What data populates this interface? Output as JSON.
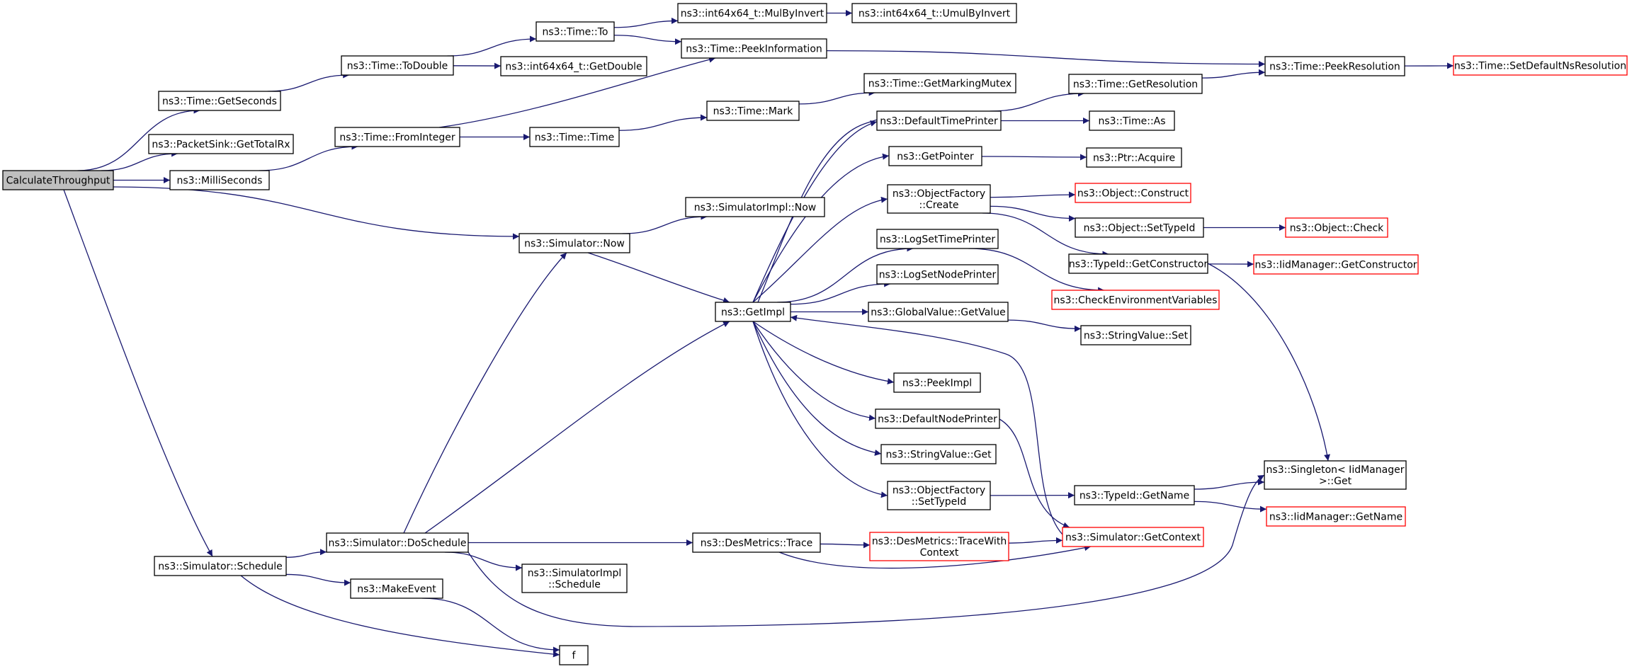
{
  "colors": {
    "edge": "#191970",
    "box": "#000000",
    "truncated": "#ff0000",
    "root_fill": "#bfbfbf",
    "fill": "#ffffff"
  },
  "nodes": [
    {
      "id": "calc",
      "lines": [
        "CalculateThroughput"
      ],
      "style": "root"
    },
    {
      "id": "getSeconds",
      "lines": [
        "ns3::Time::GetSeconds"
      ]
    },
    {
      "id": "packetSink",
      "lines": [
        "ns3::PacketSink::GetTotalRx"
      ]
    },
    {
      "id": "milliSeconds",
      "lines": [
        "ns3::MilliSeconds"
      ]
    },
    {
      "id": "simNow",
      "lines": [
        "ns3::Simulator::Now"
      ]
    },
    {
      "id": "schedule",
      "lines": [
        "ns3::Simulator::Schedule"
      ]
    },
    {
      "id": "toDouble",
      "lines": [
        "ns3::Time::ToDouble"
      ]
    },
    {
      "id": "fromInteger",
      "lines": [
        "ns3::Time::FromInteger"
      ]
    },
    {
      "id": "timeTo",
      "lines": [
        "ns3::Time::To"
      ]
    },
    {
      "id": "int64GetDouble",
      "lines": [
        "ns3::int64x64_t::GetDouble"
      ]
    },
    {
      "id": "mulByInvert",
      "lines": [
        "ns3::int64x64_t::MulByInvert"
      ]
    },
    {
      "id": "umulByInvert",
      "lines": [
        "ns3::int64x64_t::UmulByInvert"
      ]
    },
    {
      "id": "peekInfo",
      "lines": [
        "ns3::Time::PeekInformation"
      ]
    },
    {
      "id": "timeTime",
      "lines": [
        "ns3::Time::Time"
      ]
    },
    {
      "id": "timeMark",
      "lines": [
        "ns3::Time::Mark"
      ]
    },
    {
      "id": "markingMutex",
      "lines": [
        "ns3::Time::GetMarkingMutex"
      ]
    },
    {
      "id": "simImplNow",
      "lines": [
        "ns3::SimulatorImpl::Now"
      ]
    },
    {
      "id": "getImpl",
      "lines": [
        "ns3::GetImpl"
      ]
    },
    {
      "id": "doSchedule",
      "lines": [
        "ns3::Simulator::DoSchedule"
      ]
    },
    {
      "id": "makeEvent",
      "lines": [
        "ns3::MakeEvent"
      ]
    },
    {
      "id": "f",
      "lines": [
        "f"
      ]
    },
    {
      "id": "simImplSchedule",
      "lines": [
        "ns3::SimulatorImpl",
        "::Schedule"
      ]
    },
    {
      "id": "desTrace",
      "lines": [
        "ns3::DesMetrics::Trace"
      ]
    },
    {
      "id": "desTraceCtx",
      "lines": [
        "ns3::DesMetrics::TraceWith",
        "Context"
      ],
      "style": "truncated"
    },
    {
      "id": "getContext",
      "lines": [
        "ns3::Simulator::GetContext"
      ],
      "style": "truncated"
    },
    {
      "id": "defTimePrinter",
      "lines": [
        "ns3::DefaultTimePrinter"
      ]
    },
    {
      "id": "getPointer",
      "lines": [
        "ns3::GetPointer"
      ]
    },
    {
      "id": "ofCreate",
      "lines": [
        "ns3::ObjectFactory",
        "::Create"
      ]
    },
    {
      "id": "logSetTime",
      "lines": [
        "ns3::LogSetTimePrinter"
      ]
    },
    {
      "id": "logSetNode",
      "lines": [
        "ns3::LogSetNodePrinter"
      ]
    },
    {
      "id": "gvGetValue",
      "lines": [
        "ns3::GlobalValue::GetValue"
      ]
    },
    {
      "id": "peekImpl",
      "lines": [
        "ns3::PeekImpl"
      ]
    },
    {
      "id": "defNodePrinter",
      "lines": [
        "ns3::DefaultNodePrinter"
      ]
    },
    {
      "id": "svGet",
      "lines": [
        "ns3::StringValue::Get"
      ]
    },
    {
      "id": "ofSetTypeId",
      "lines": [
        "ns3::ObjectFactory",
        "::SetTypeId"
      ]
    },
    {
      "id": "getResolution",
      "lines": [
        "ns3::Time::GetResolution"
      ]
    },
    {
      "id": "timeAs",
      "lines": [
        "ns3::Time::As"
      ]
    },
    {
      "id": "ptrAcquire",
      "lines": [
        "ns3::Ptr::Acquire"
      ]
    },
    {
      "id": "objConstruct",
      "lines": [
        "ns3::Object::Construct"
      ],
      "style": "truncated"
    },
    {
      "id": "objSetTypeId",
      "lines": [
        "ns3::Object::SetTypeId"
      ]
    },
    {
      "id": "typeIdGetCtor",
      "lines": [
        "ns3::TypeId::GetConstructor"
      ]
    },
    {
      "id": "checkEnv",
      "lines": [
        "ns3::CheckEnvironmentVariables"
      ],
      "style": "truncated"
    },
    {
      "id": "svSet",
      "lines": [
        "ns3::StringValue::Set"
      ]
    },
    {
      "id": "typeIdGetName",
      "lines": [
        "ns3::TypeId::GetName"
      ]
    },
    {
      "id": "peekResolution",
      "lines": [
        "ns3::Time::PeekResolution"
      ]
    },
    {
      "id": "setDefaultNsRes",
      "lines": [
        "ns3::Time::SetDefaultNsResolution"
      ],
      "style": "truncated"
    },
    {
      "id": "objCheck",
      "lines": [
        "ns3::Object::Check"
      ],
      "style": "truncated"
    },
    {
      "id": "iidGetCtor",
      "lines": [
        "ns3::IidManager::GetConstructor"
      ],
      "style": "truncated"
    },
    {
      "id": "singletonGet",
      "lines": [
        "ns3::Singleton< IidManager",
        ">::Get"
      ]
    },
    {
      "id": "iidGetName",
      "lines": [
        "ns3::IidManager::GetName"
      ],
      "style": "truncated"
    }
  ],
  "edges": [
    [
      "calc",
      "getSeconds"
    ],
    [
      "calc",
      "packetSink"
    ],
    [
      "calc",
      "milliSeconds"
    ],
    [
      "calc",
      "simNow"
    ],
    [
      "calc",
      "schedule"
    ],
    [
      "getSeconds",
      "toDouble"
    ],
    [
      "toDouble",
      "timeTo"
    ],
    [
      "toDouble",
      "int64GetDouble"
    ],
    [
      "timeTo",
      "mulByInvert"
    ],
    [
      "timeTo",
      "peekInfo"
    ],
    [
      "mulByInvert",
      "umulByInvert"
    ],
    [
      "peekInfo",
      "peekResolution"
    ],
    [
      "peekResolution",
      "setDefaultNsRes"
    ],
    [
      "milliSeconds",
      "fromInteger"
    ],
    [
      "fromInteger",
      "peekInfo"
    ],
    [
      "fromInteger",
      "timeTime"
    ],
    [
      "timeTime",
      "timeMark"
    ],
    [
      "timeMark",
      "markingMutex"
    ],
    [
      "simNow",
      "simImplNow"
    ],
    [
      "simNow",
      "getImpl"
    ],
    [
      "getImpl",
      "simNow"
    ],
    [
      "getImpl",
      "defTimePrinter"
    ],
    [
      "getImpl",
      "getPointer"
    ],
    [
      "getImpl",
      "ofCreate"
    ],
    [
      "getImpl",
      "logSetTime"
    ],
    [
      "getImpl",
      "logSetNode"
    ],
    [
      "getImpl",
      "gvGetValue"
    ],
    [
      "getImpl",
      "peekImpl"
    ],
    [
      "getImpl",
      "defNodePrinter"
    ],
    [
      "getImpl",
      "svGet"
    ],
    [
      "getImpl",
      "ofSetTypeId"
    ],
    [
      "defTimePrinter",
      "getResolution"
    ],
    [
      "defTimePrinter",
      "timeAs"
    ],
    [
      "getResolution",
      "peekResolution"
    ],
    [
      "getPointer",
      "ptrAcquire"
    ],
    [
      "ofCreate",
      "objConstruct"
    ],
    [
      "ofCreate",
      "objSetTypeId"
    ],
    [
      "ofCreate",
      "typeIdGetCtor"
    ],
    [
      "objSetTypeId",
      "objCheck"
    ],
    [
      "typeIdGetCtor",
      "iidGetCtor"
    ],
    [
      "typeIdGetCtor",
      "singletonGet"
    ],
    [
      "logSetTime",
      "checkEnv"
    ],
    [
      "gvGetValue",
      "svSet"
    ],
    [
      "defNodePrinter",
      "getContext"
    ],
    [
      "getContext",
      "getImpl"
    ],
    [
      "ofSetTypeId",
      "typeIdGetName"
    ],
    [
      "typeIdGetName",
      "singletonGet"
    ],
    [
      "typeIdGetName",
      "iidGetName"
    ],
    [
      "schedule",
      "doSchedule"
    ],
    [
      "schedule",
      "makeEvent"
    ],
    [
      "schedule",
      "f"
    ],
    [
      "makeEvent",
      "f"
    ],
    [
      "doSchedule",
      "simNow"
    ],
    [
      "doSchedule",
      "getImpl"
    ],
    [
      "doSchedule",
      "simImplSchedule"
    ],
    [
      "doSchedule",
      "desTrace"
    ],
    [
      "doSchedule",
      "singletonGet"
    ],
    [
      "desTrace",
      "desTraceCtx"
    ],
    [
      "desTrace",
      "getContext"
    ],
    [
      "desTraceCtx",
      "getContext"
    ]
  ]
}
